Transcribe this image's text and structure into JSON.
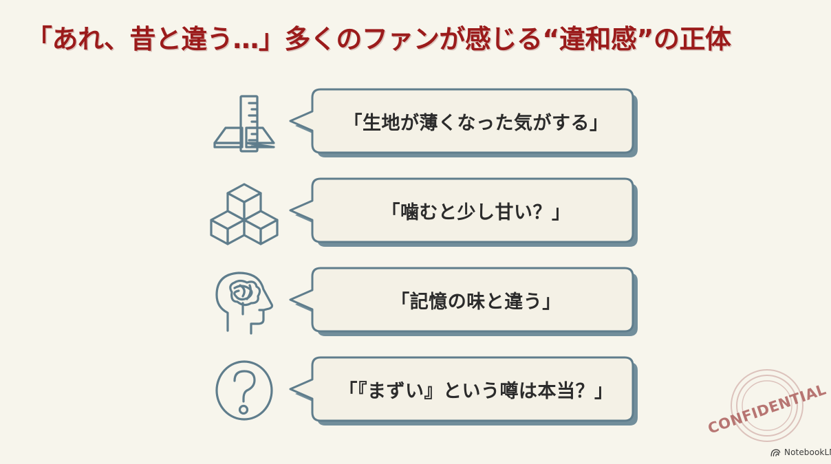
{
  "slide": {
    "title": "「あれ、昔と違う…」多くのファンが感じる“違和感”の正体",
    "background_color": "#f7f5ec",
    "title_color": "#9b1b1b",
    "accent_color": "#5f7d8c",
    "bubble_fill": "#f4f1e6",
    "bubble_text_color": "#2b2b2b"
  },
  "items": [
    {
      "icon": "ruler-thickness-icon",
      "text": "「生地が薄くなった気がする」"
    },
    {
      "icon": "sugar-cubes-icon",
      "text": "「噛むと少し甘い？」"
    },
    {
      "icon": "head-brain-icon",
      "text": "「記憶の味と違う」"
    },
    {
      "icon": "question-circle-icon",
      "text": "「『まずい』という噂は本当？」"
    }
  ],
  "stamp": {
    "label": "CONFIDENTIAL",
    "color": "#b26b68"
  },
  "footer": {
    "brand": "NotebookLM"
  }
}
